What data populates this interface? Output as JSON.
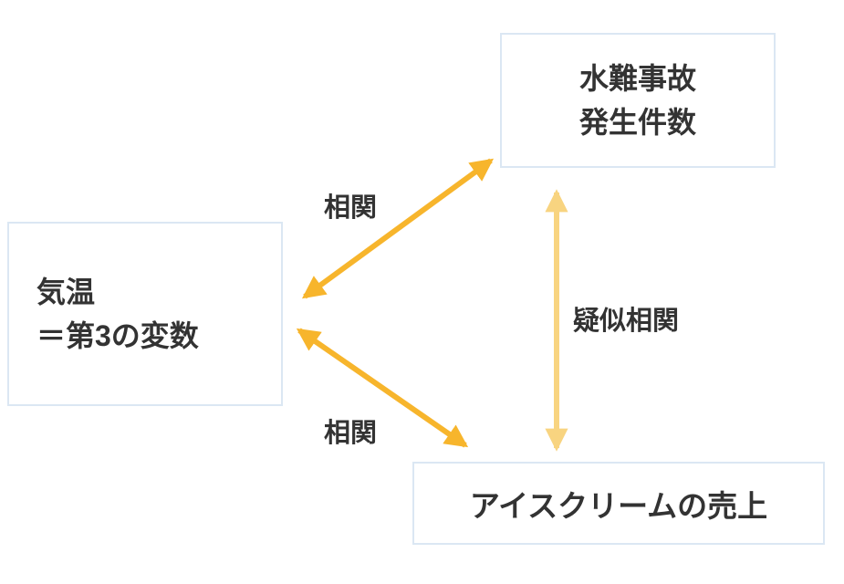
{
  "colors": {
    "arrow_strong": "#F7B52C",
    "arrow_light": "#F8D480",
    "box_border": "#DBE7F3",
    "box_bg": "#FFFFFF",
    "text": "#333333",
    "background": "#FFFFFF"
  },
  "diagram": {
    "nodes": {
      "water_accidents": {
        "lines": [
          "水難事故",
          "発生件数"
        ]
      },
      "temperature": {
        "lines": [
          "気温",
          "＝第3の変数"
        ]
      },
      "ice_cream": {
        "label": "アイスクリームの売上"
      }
    },
    "edges": {
      "temp_water": {
        "label": "相関"
      },
      "temp_icecream": {
        "label": "相関"
      },
      "water_icecream": {
        "label": "疑似相関"
      }
    }
  }
}
